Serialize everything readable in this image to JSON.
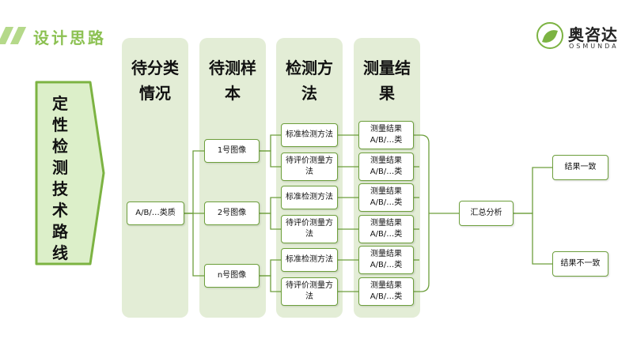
{
  "colors": {
    "accent": "#7cb342",
    "column_bg": "#e3edd6",
    "node_border": "#6d9f3c",
    "connector": "#6d9f3c",
    "title_slash": "#b5d98a",
    "title_text": "#8cc152"
  },
  "header": {
    "title": "设计思路"
  },
  "logo": {
    "name_cn": "奥咨达",
    "name_en": "OSMUNDA",
    "icon": "leaf-icon"
  },
  "route_label": "定性检测技术路线",
  "columns": [
    {
      "header": "待分类\n情况"
    },
    {
      "header": "待测样\n本"
    },
    {
      "header": "检测方\n法"
    },
    {
      "header": "测量结\n果"
    }
  ],
  "diagram": {
    "root": "A/B/…类质",
    "samples": [
      "1号图像",
      "2号图像",
      "n号图像"
    ],
    "methods": [
      "标准检测方法",
      "待评价测量方\n法",
      "标准检测方法",
      "待评价测量方\n法",
      "标准检测方法",
      "待评价测量方\n法"
    ],
    "results": [
      "测量结果\nA/B/…类",
      "测量结果\nA/B/…类",
      "测量结果\nA/B/…类",
      "测量结果\nA/B/…类",
      "测量结果\nA/B/…类",
      "测量结果\nA/B/…类"
    ],
    "summary": "汇总分析",
    "outcomes": [
      "结果一致",
      "结果不一致"
    ]
  }
}
